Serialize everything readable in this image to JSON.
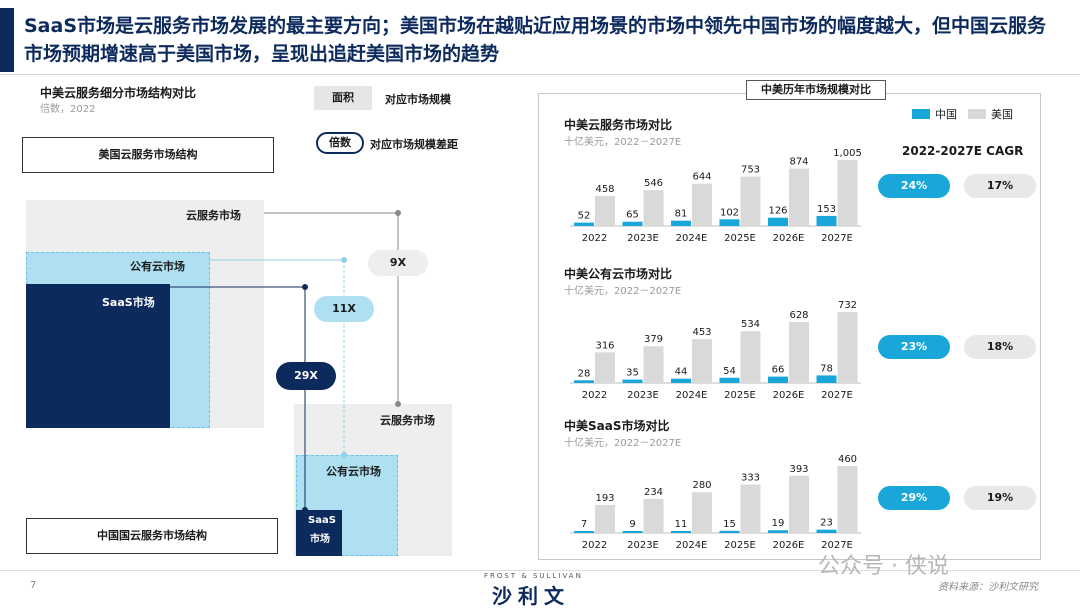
{
  "header": {
    "title": "SaaS市场是云服务市场发展的最主要方向；美国市场在越贴近应用场景的市场中领先中国市场的幅度越大，但中国云服务市场预期增速高于美国市场，呈现出追赶美国市场的趋势"
  },
  "left": {
    "title": "中美云服务细分市场结构对比",
    "subtitle": "倍数，2022",
    "legend_area_box": "面积",
    "legend_area_text": "对应市场规模",
    "legend_mult_pill": "倍数",
    "legend_mult_text": "对应市场规模差距",
    "us_label": "美国云服务市场结构",
    "cn_label": "中国国云服务市场结构",
    "us_cloud": "云服务市场",
    "us_public": "公有云市场",
    "us_saas": "SaaS市场",
    "cn_cloud": "云服务市场",
    "cn_public": "公有云市场",
    "cn_saas_1": "SaaS",
    "cn_saas_2": "市场",
    "mult_cloud": "9X",
    "mult_public": "11X",
    "mult_saas": "29X"
  },
  "right": {
    "panel_title": "中美历年市场规模对比",
    "legend": {
      "cn": "中国",
      "us": "美国"
    },
    "cagr_title": "2022-2027E CAGR"
  },
  "colors": {
    "cn": "#19a7d9",
    "us": "#d9d9d9",
    "navy": "#0d2a5c",
    "light_blue": "#aee0f2",
    "light_gray": "#eeeeee"
  },
  "chart_data": [
    {
      "type": "bar",
      "title": "中美云服务市场对比",
      "subtitle": "十亿美元，2022－2027E",
      "categories": [
        "2022",
        "2023E",
        "2024E",
        "2025E",
        "2026E",
        "2027E"
      ],
      "series": [
        {
          "name": "中国",
          "values": [
            52,
            65,
            81,
            102,
            126,
            153
          ]
        },
        {
          "name": "美国",
          "values": [
            458,
            546,
            644,
            753,
            874,
            1005
          ]
        }
      ],
      "value_labels": {
        "中国": [
          "52",
          "65",
          "81",
          "102",
          "126",
          "153"
        ],
        "美国": [
          "458",
          "546",
          "644",
          "753",
          "874",
          "1,005"
        ]
      },
      "cagr": {
        "中国": "24%",
        "美国": "17%"
      }
    },
    {
      "type": "bar",
      "title": "中美公有云市场对比",
      "subtitle": "十亿美元，2022－2027E",
      "categories": [
        "2022",
        "2023E",
        "2024E",
        "2025E",
        "2026E",
        "2027E"
      ],
      "series": [
        {
          "name": "中国",
          "values": [
            28,
            35,
            44,
            54,
            66,
            78
          ]
        },
        {
          "name": "美国",
          "values": [
            316,
            379,
            453,
            534,
            628,
            732
          ]
        }
      ],
      "value_labels": {
        "中国": [
          "28",
          "35",
          "44",
          "54",
          "66",
          "78"
        ],
        "美国": [
          "316",
          "379",
          "453",
          "534",
          "628",
          "732"
        ]
      },
      "cagr": {
        "中国": "23%",
        "美国": "18%"
      }
    },
    {
      "type": "bar",
      "title": "中美SaaS市场对比",
      "subtitle": "十亿美元，2022－2027E",
      "categories": [
        "2022",
        "2023E",
        "2024E",
        "2025E",
        "2026E",
        "2027E"
      ],
      "series": [
        {
          "name": "中国",
          "values": [
            7,
            9,
            11,
            15,
            19,
            23
          ]
        },
        {
          "name": "美国",
          "values": [
            193,
            234,
            280,
            333,
            393,
            460
          ]
        }
      ],
      "value_labels": {
        "中国": [
          "7",
          "9",
          "11",
          "15",
          "19",
          "23"
        ],
        "美国": [
          "193",
          "234",
          "280",
          "333",
          "393",
          "460"
        ]
      },
      "cagr": {
        "中国": "29%",
        "美国": "19%"
      }
    }
  ],
  "footer": {
    "page_num": "7",
    "logo_top": "FROST & SULLIVAN",
    "logo_main": "沙利文",
    "watermark": "公众号 · 侠说",
    "source": "资料来源：沙利文研究"
  }
}
